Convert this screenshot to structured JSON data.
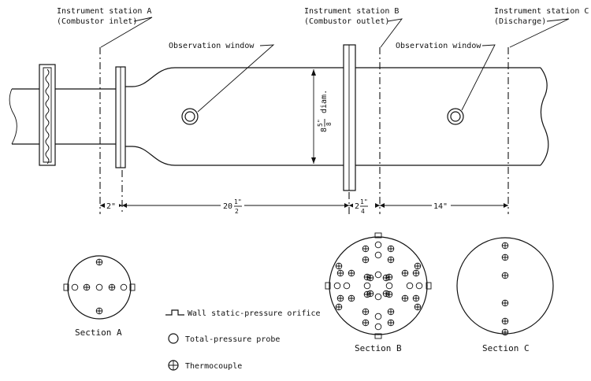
{
  "stations": {
    "a": {
      "line1": "Instrument station A",
      "line2": "(Combustor inlet)"
    },
    "b": {
      "line1": "Instrument station B",
      "line2": "(Combustor outlet)"
    },
    "c": {
      "line1": "Instrument station C",
      "line2": "(Discharge)"
    }
  },
  "windows": {
    "left": "Observation window",
    "right": "Observation window"
  },
  "diameter": {
    "whole": "8",
    "num": "5\"",
    "den": "8",
    "word": "diam."
  },
  "dimensions": {
    "d1": "2\"",
    "d2_whole": "20",
    "d2_num": "1\"",
    "d2_den": "2",
    "d3_whole": "2",
    "d3_num": "1\"",
    "d3_den": "4",
    "d4": "14\""
  },
  "sections": {
    "a": "Section A",
    "b": "Section B",
    "c": "Section C"
  },
  "legend": {
    "orifice": "Wall static-pressure orifice",
    "probe": "Total-pressure probe",
    "thermo": "Thermocouple"
  }
}
